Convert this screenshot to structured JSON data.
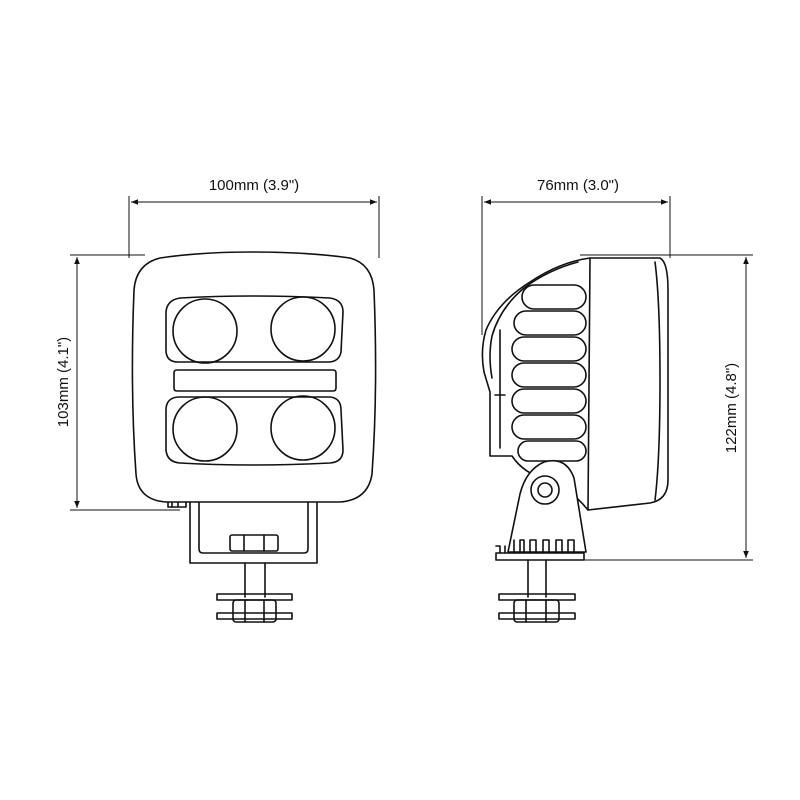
{
  "dimensions": {
    "front_width": "100mm (3.9\")",
    "front_height": "103mm (4.1\")",
    "side_depth": "76mm (3.0\")",
    "side_height": "122mm (4.8\")"
  },
  "colors": {
    "line": "#111111",
    "background": "#ffffff"
  }
}
